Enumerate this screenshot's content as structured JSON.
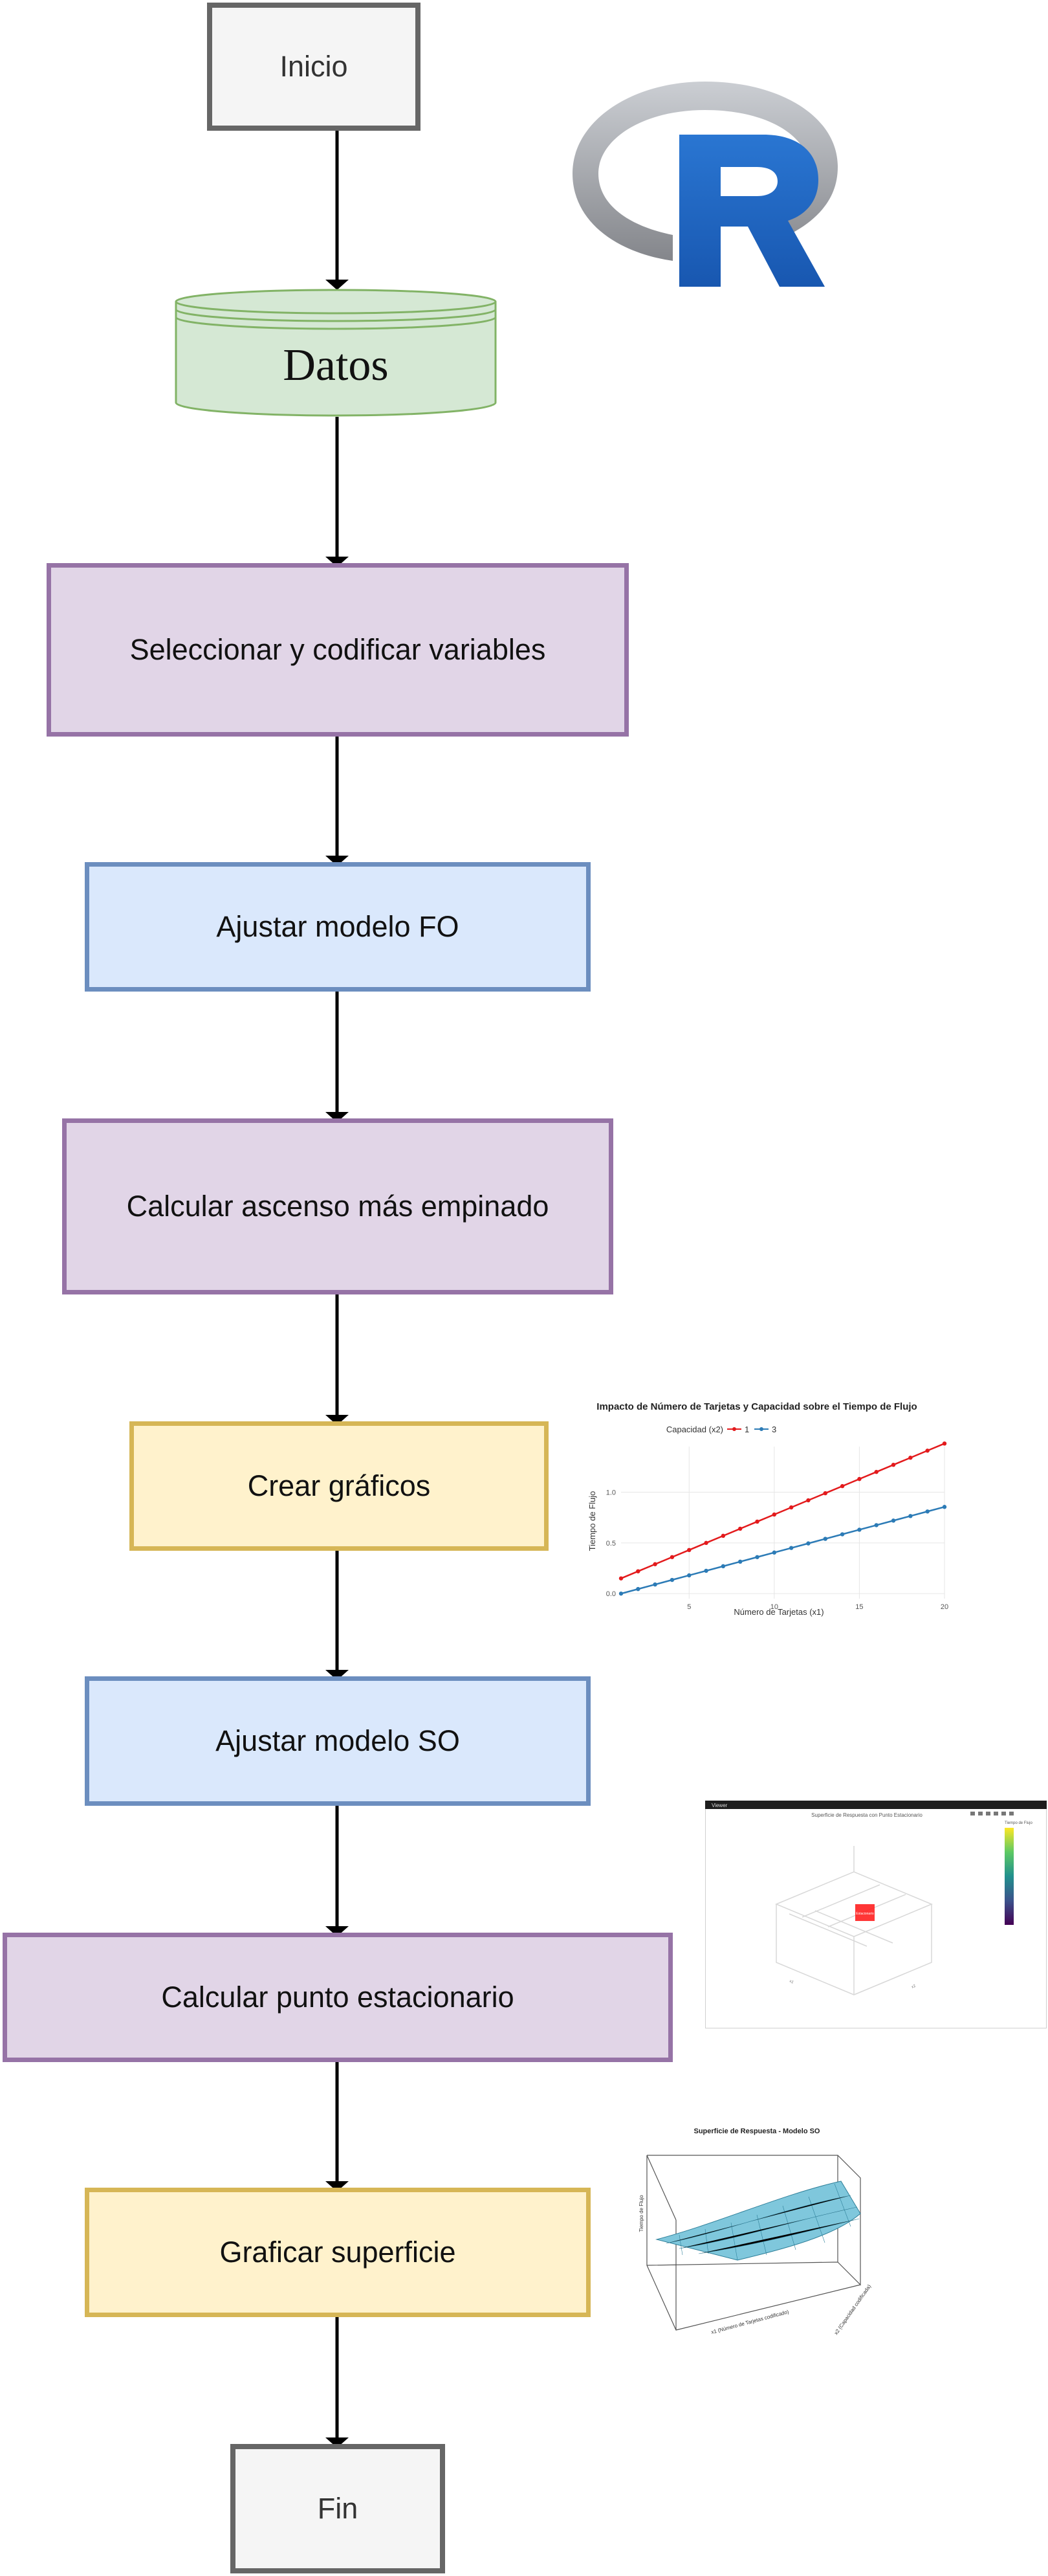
{
  "flow": {
    "start": "Inicio",
    "data": "Datos",
    "step_select": "Seleccionar y codificar variables",
    "step_fo": "Ajustar modelo FO",
    "step_ascent": "Calcular ascenso más empinado",
    "step_plots": "Crear gráficos",
    "step_so": "Ajustar modelo SO",
    "step_stationary": "Calcular punto estacionario",
    "step_surface": "Graficar superficie",
    "end": "Fin"
  },
  "logo": {
    "letter": "R",
    "ring_color": "#9c9ea3",
    "letter_color": "#1f65c1"
  },
  "chart_data": {
    "type": "line",
    "title": "Impacto de Número de Tarjetas y Capacidad sobre el Tiempo de Flujo",
    "xlabel": "Número de Tarjetas (x1)",
    "ylabel": "Tiempo de Flujo",
    "legend_title": "Capacidad (x2)",
    "legend_position": "top",
    "grid": true,
    "xlim": [
      1,
      20
    ],
    "ylim": [
      -0.05,
      1.45
    ],
    "xticks": [
      "5",
      "10",
      "15",
      "20"
    ],
    "yticks": [
      "0.0",
      "0.5",
      "1.0"
    ],
    "series": [
      {
        "name": "1",
        "color": "#e31a1c",
        "x": [
          1,
          2,
          3,
          4,
          5,
          6,
          7,
          8,
          9,
          10,
          11,
          12,
          13,
          14,
          15,
          16,
          17,
          18,
          19,
          20
        ],
        "y": [
          0.15,
          0.22,
          0.29,
          0.36,
          0.43,
          0.5,
          0.57,
          0.64,
          0.71,
          0.78,
          0.85,
          0.92,
          0.99,
          1.06,
          1.13,
          1.2,
          1.27,
          1.34,
          1.41,
          1.48
        ]
      },
      {
        "name": "3",
        "color": "#2c7bb6",
        "x": [
          1,
          2,
          3,
          4,
          5,
          6,
          7,
          8,
          9,
          10,
          11,
          12,
          13,
          14,
          15,
          16,
          17,
          18,
          19,
          20
        ],
        "y": [
          0.0,
          0.045,
          0.09,
          0.135,
          0.18,
          0.225,
          0.27,
          0.315,
          0.36,
          0.405,
          0.45,
          0.495,
          0.54,
          0.585,
          0.63,
          0.675,
          0.72,
          0.765,
          0.81,
          0.855
        ]
      }
    ]
  },
  "surface_plot": {
    "title": "Superficie de Respuesta - Modelo SO",
    "xlabel": "x1 (Número de Tarjetas codificado)",
    "ylabel": "x2 (Capacidad codificada)",
    "zlabel": "Tiempo de Flujo"
  },
  "viewer": {
    "window_title": "Viewer",
    "plot_title": "Superficie de Respuesta con Punto Estacionario",
    "colorbar_title": "Tiempo de Flujo",
    "marker_label": "Estacionario"
  }
}
